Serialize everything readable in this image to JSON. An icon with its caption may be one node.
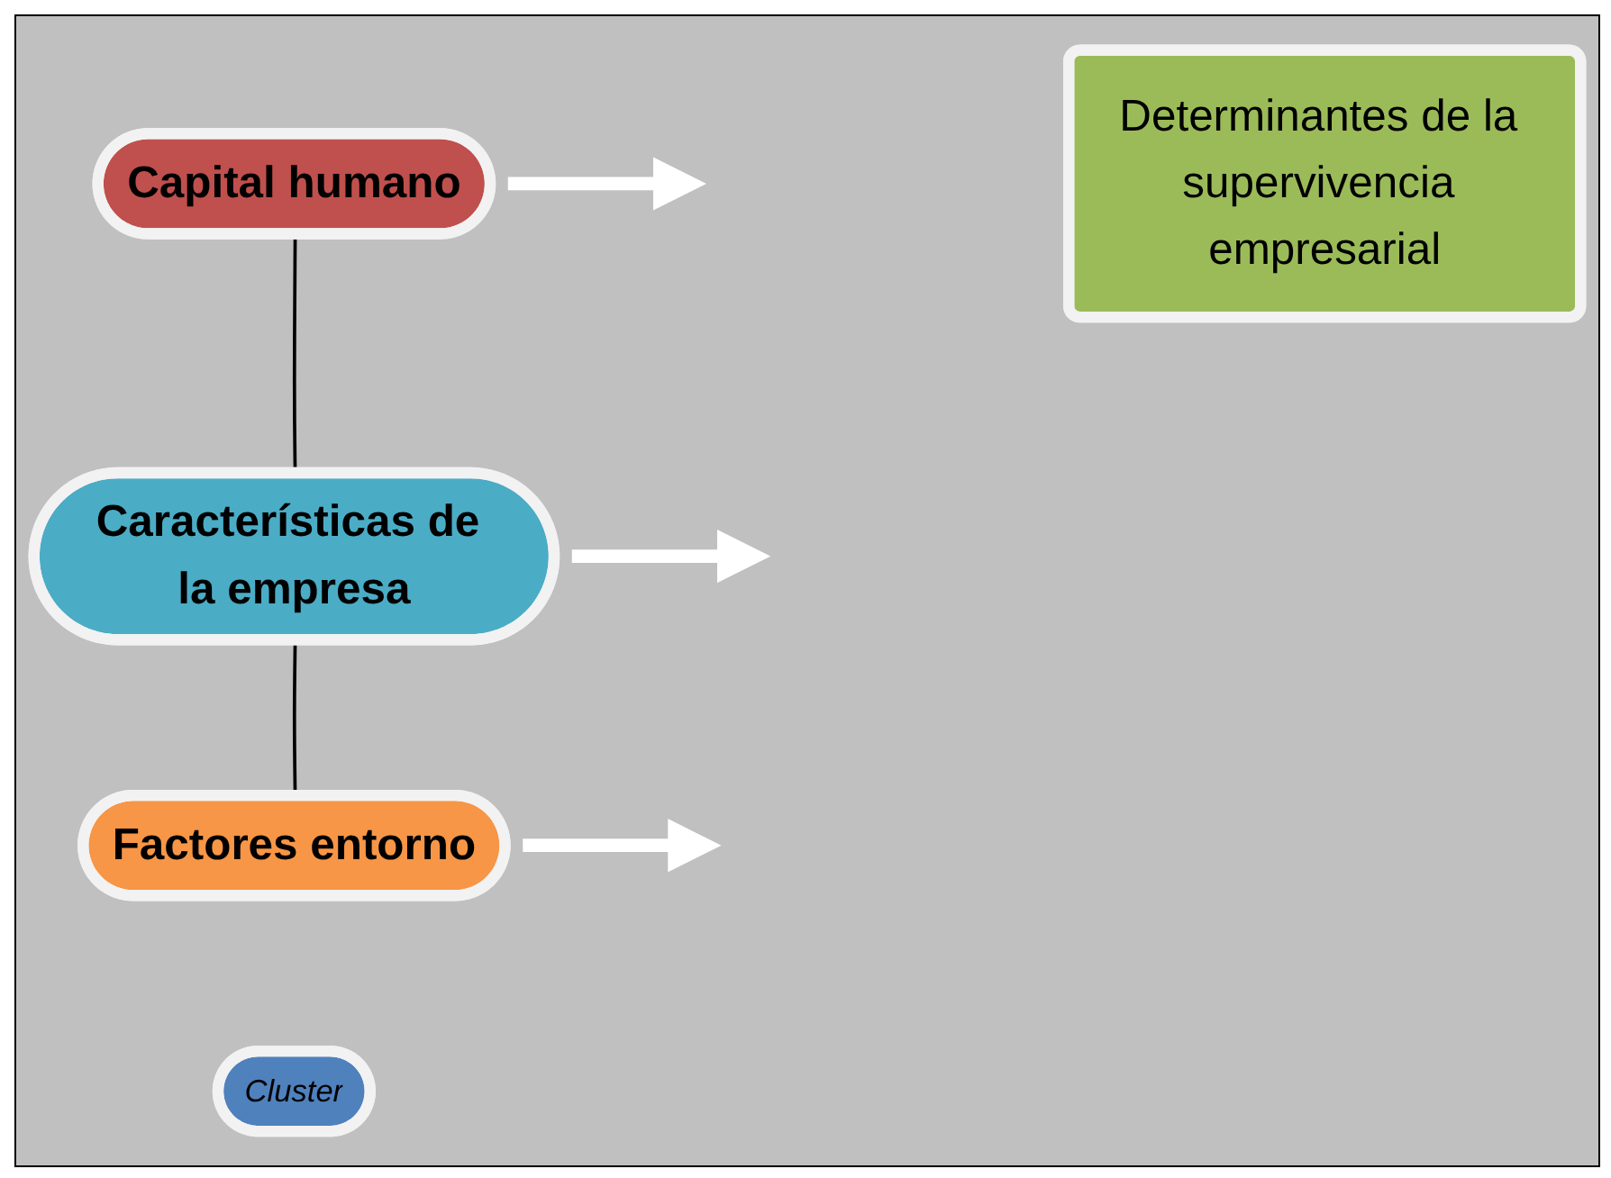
{
  "diagram": {
    "nodes": [
      {
        "text": [
          "Capital humano"
        ]
      },
      {
        "text": [
          "Características de la empresa"
        ]
      },
      {
        "text": [
          "Factores entorno"
        ]
      },
      {
        "text": [
          "Cluster"
        ]
      },
      {
        "text": [
          "Determinantes de la supervivencia empresarial"
        ]
      }
    ],
    "edges": [
      {
        "from": 0,
        "to": 1,
        "arrow": "none",
        "color": "#000000"
      },
      {
        "from": 1,
        "to": 2,
        "arrow": "none",
        "color": "#000000"
      },
      {
        "from": 0,
        "to": null,
        "arrow": "to",
        "color": "#ffffff"
      },
      {
        "from": 1,
        "to": null,
        "arrow": "to",
        "color": "#ffffff"
      },
      {
        "from": 2,
        "to": null,
        "arrow": "to",
        "color": "#ffffff"
      }
    ]
  }
}
